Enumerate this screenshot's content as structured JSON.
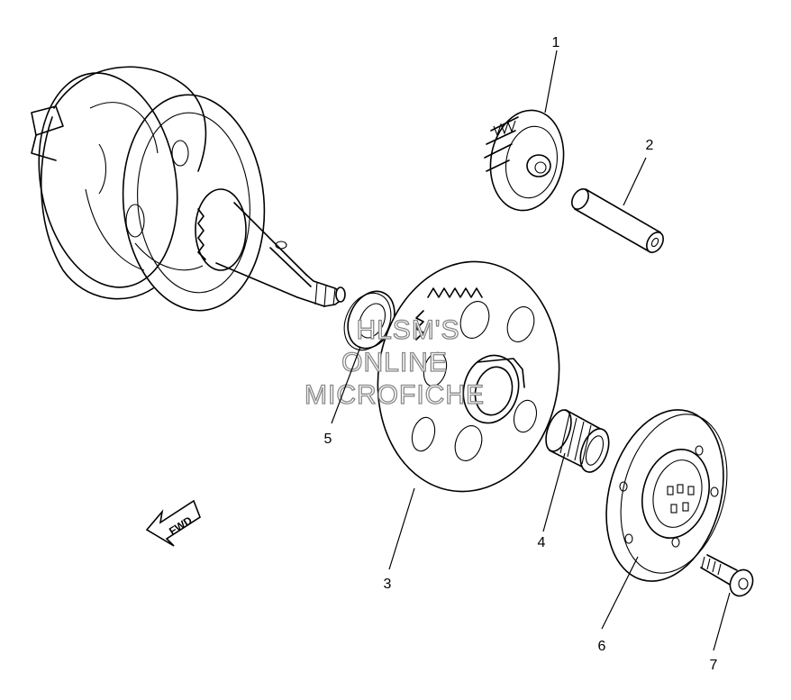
{
  "diagram": {
    "callouts": [
      {
        "id": "1",
        "label": "1"
      },
      {
        "id": "2",
        "label": "2"
      },
      {
        "id": "3",
        "label": "3"
      },
      {
        "id": "4",
        "label": "4"
      },
      {
        "id": "5",
        "label": "5"
      },
      {
        "id": "6",
        "label": "6"
      },
      {
        "id": "7",
        "label": "7"
      }
    ],
    "direction_label": "FWD",
    "watermark": [
      "HLSM'S",
      "ONLINE",
      "MICROFICHE"
    ]
  }
}
